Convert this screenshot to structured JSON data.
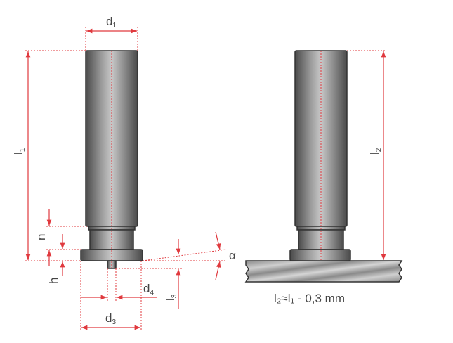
{
  "labels": {
    "d1": "d",
    "d1_sub": "1",
    "l1": "l",
    "l1_sub": "1",
    "n": "n",
    "h": "h",
    "d4": "d",
    "d4_sub": "4",
    "d3": "d",
    "d3_sub": "3",
    "l3": "l",
    "l3_sub": "3",
    "alpha": "α",
    "l2": "l",
    "l2_sub": "2"
  },
  "formula": "l₂≈l₁ - 0,3 mm",
  "colors": {
    "dimension": "#e0393e",
    "metal": "#7a7a7a"
  }
}
